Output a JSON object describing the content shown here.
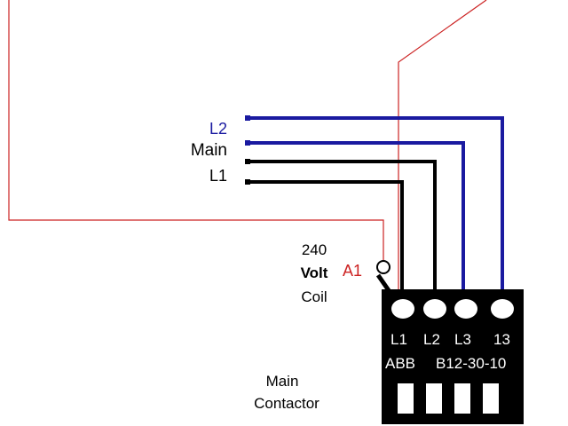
{
  "wire_labels": {
    "l2": "L2",
    "main": "Main",
    "l1": "L1"
  },
  "coil": {
    "voltage": "240",
    "unit": "Volt",
    "word": "Coil",
    "terminal": "A1"
  },
  "contactor": {
    "terminals": [
      "L1",
      "L2",
      "L3",
      "13"
    ],
    "brand": "ABB",
    "model": "B12-30-10",
    "caption_line1": "Main",
    "caption_line2": "Contactor"
  },
  "colors": {
    "red_wire": "#cc2222",
    "blue_wire": "#1a1aa0",
    "black_wire": "#000000",
    "label_blue": "#1a1aa0",
    "label_red": "#cc2222",
    "contactor_body": "#000000",
    "terminal_fill": "#ffffff"
  }
}
